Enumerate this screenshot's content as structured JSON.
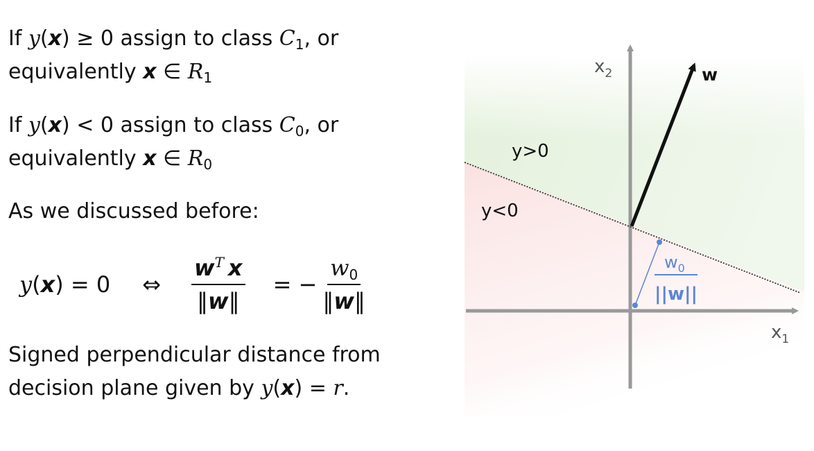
{
  "rule1": {
    "line1": [
      "If ",
      "y",
      "(",
      "x",
      ") ≥ 0 assign to class ",
      "C",
      "1",
      ", or"
    ],
    "line2": [
      "equivalently ",
      "x",
      " ∈ ",
      "R",
      "1"
    ]
  },
  "rule0": {
    "line1": [
      "If ",
      "y",
      "(",
      "x",
      ") < 0 assign to class ",
      "C",
      "0",
      ", or"
    ],
    "line2": [
      "equivalently ",
      "x",
      " ∈ ",
      "R",
      "0"
    ]
  },
  "discussed": "As we discussed before:",
  "equation": {
    "lhs": [
      "y",
      "(",
      "x",
      ") = 0"
    ],
    "iff": "⇔",
    "frac1_num": [
      "w",
      "T",
      "x"
    ],
    "frac1_den": [
      "‖",
      "w",
      "‖"
    ],
    "eq_minus": "= −",
    "frac2_num": [
      "w",
      "0"
    ],
    "frac2_den": [
      "‖",
      "w",
      "‖"
    ]
  },
  "distance": {
    "line1": "Signed perpendicular distance from",
    "line2": [
      "decision plane given by ",
      "y",
      "(",
      "x",
      ") = ",
      "r",
      "."
    ]
  },
  "diagram": {
    "x1_label": [
      "x",
      "1"
    ],
    "x2_label": [
      "x",
      "2"
    ],
    "w_label": "w",
    "y_pos": "y>0",
    "y_neg": "y<0",
    "dist_num": [
      "w",
      "0"
    ],
    "dist_den": "||w||",
    "colors": {
      "positive_region": "#e4f1dc",
      "negative_region": "#fbe1e1",
      "axis": "#999999",
      "distance": "#5b86d6"
    }
  }
}
